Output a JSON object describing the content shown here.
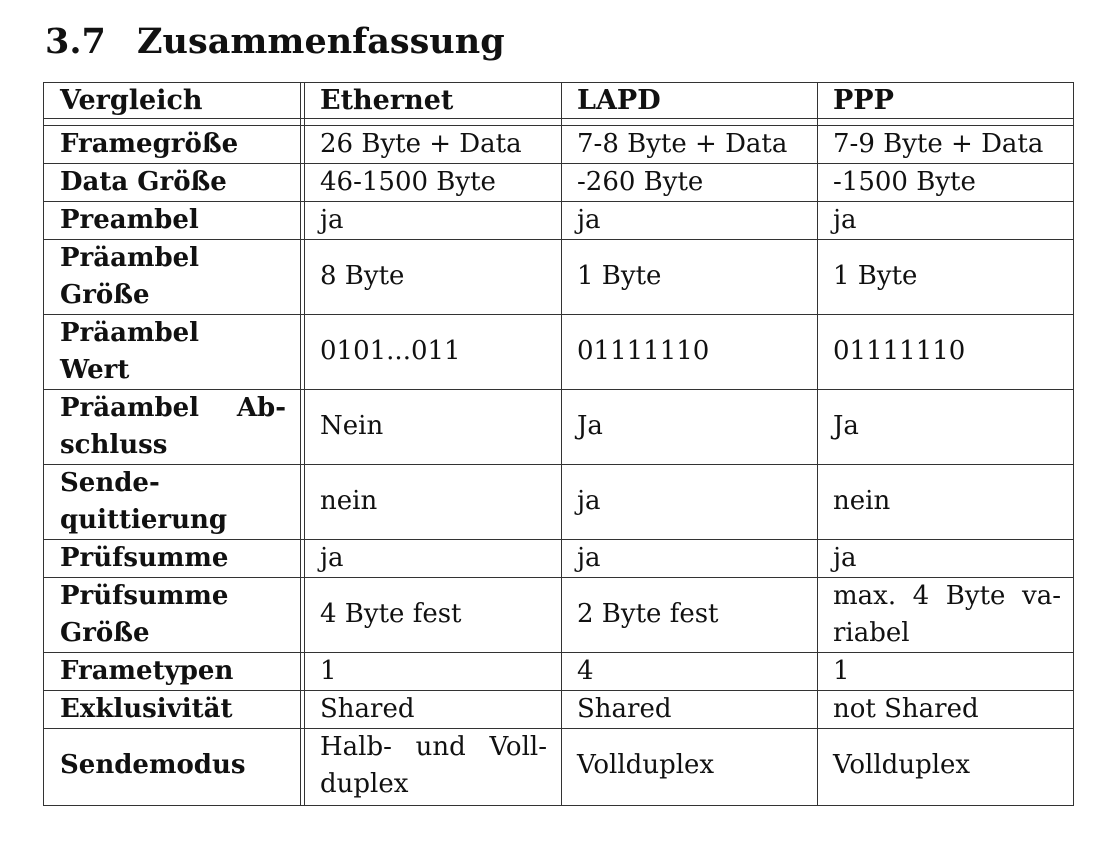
{
  "section": {
    "number": "3.7",
    "title": "Zusammenfassung"
  },
  "table": {
    "headers": [
      "Vergleich",
      "Ethernet",
      "LAPD",
      "PPP"
    ],
    "rows": [
      {
        "label": "Framegröße",
        "values": [
          "26 Byte + Data",
          "7-8 Byte + Data",
          "7-9 Byte + Data"
        ]
      },
      {
        "label": "Data Größe",
        "values": [
          "46-1500 Byte",
          "-260 Byte",
          "-1500 Byte"
        ]
      },
      {
        "label": "Preambel",
        "values": [
          "ja",
          "ja",
          "ja"
        ]
      },
      {
        "label": "Präambel Größe",
        "values": [
          "8 Byte",
          "1 Byte",
          "1 Byte"
        ]
      },
      {
        "label": "Präambel Wert",
        "values": [
          "0101...011",
          "01111110",
          "01111110"
        ]
      },
      {
        "label": "Präambel Abschluss",
        "values": [
          "Nein",
          "Ja",
          "Ja"
        ]
      },
      {
        "label": "Sendequittierung",
        "values": [
          "nein",
          "ja",
          "nein"
        ]
      },
      {
        "label": "Prüfsumme",
        "values": [
          "ja",
          "ja",
          "ja"
        ]
      },
      {
        "label": "Prüfsumme Größe",
        "values": [
          "4 Byte fest",
          "2 Byte fest",
          "max. 4 Byte variabel"
        ]
      },
      {
        "label": "Frametypen",
        "values": [
          "1",
          "4",
          "1"
        ]
      },
      {
        "label": "Exklusivität",
        "values": [
          "Shared",
          "Shared",
          "not Shared"
        ]
      },
      {
        "label": "Sendemodus",
        "values": [
          "Halb- und Vollduplex",
          "Vollduplex",
          "Vollduplex"
        ]
      }
    ]
  }
}
